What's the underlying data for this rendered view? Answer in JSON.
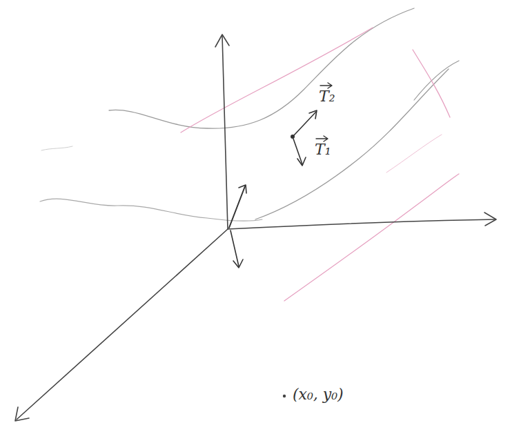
{
  "diagram": {
    "labels": [
      "T₂",
      "T₁",
      "(x₀, y₀)"
    ]
  }
}
